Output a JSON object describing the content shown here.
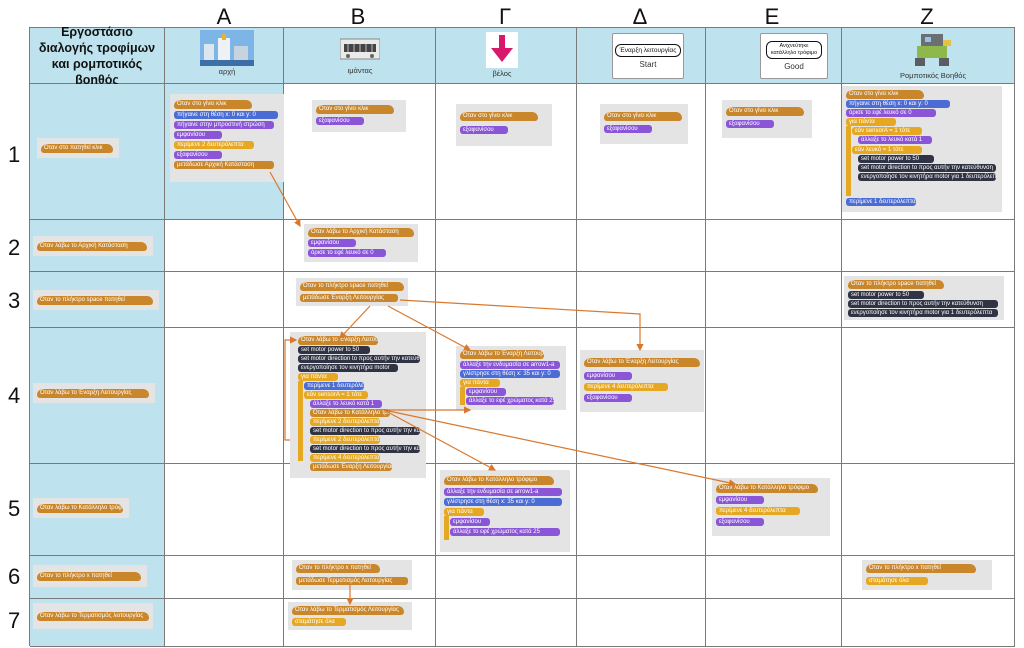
{
  "columns": [
    "Α",
    "Β",
    "Γ",
    "Δ",
    "Ε",
    "Ζ"
  ],
  "rows": [
    "1",
    "2",
    "3",
    "4",
    "5",
    "6",
    "7"
  ],
  "title": "Εργοστάσιο διαλογής τροφίμων και ρομποτικός βοηθός",
  "sprites": {
    "a": "αρχή",
    "b": "ιμάντας",
    "c": "βέλος",
    "d_top": "Έναρξη λειτουργίας",
    "d_bottom": "Start",
    "e_top": "Ανιχνεύτηκε κατάλληλο τρόφιμο",
    "e_bottom": "Good",
    "f": "Ρομποτικός Βοηθός"
  },
  "row_events": {
    "r1": "Όταν στο πατηθεί κλικ",
    "r2": "Όταν λάβω το Αρχική Κατάσταση",
    "r3": "Όταν το πλήκτρο space πατηθεί",
    "r4": "Όταν λάβω το Έναρξη Λειτουργίας",
    "r5": "Όταν λάβω το Κατάλληλο τρόφιμο",
    "r6": "Όταν το πλήκτρο x πατηθεί",
    "r7": "Όταν λάβω το Τερματισμός λειτουργίας"
  },
  "blocks": {
    "green_flag": "Όταν στο γίνει κλικ",
    "goto_xy": "πήγαινε στη θέση x: 0 και y: 0",
    "goto_front": "πήγαινε στην μπροστινή στρώση",
    "show": "εμφανίσου",
    "hide": "εξαφανίσου",
    "wait2": "περίμενε 2 δευτερόλεπτα",
    "wait4": "περίμενε 4 δευτερόλεπτα",
    "broadcast_initial": "μετάδωσε Αρχική Κατάσταση",
    "broadcast_start": "μετάδωσε Έναρξη Λειτουργίας",
    "broadcast_stop": "μετάδωσε Τερματισμός Λειτουργίας",
    "set_effect": "όρισε το εφέ λευκό σε 0",
    "key_space": "Όταν το πλήκτρο space πατηθεί",
    "key_x": "Όταν το πλήκτρο x πατηθεί",
    "recv_initial": "Όταν λάβω το Αρχική Κατάσταση",
    "recv_start": "Όταν λάβω το Έναρξη Λειτουργίας",
    "recv_good": "Όταν λάβω το Κατάλληλο τρόφιμο",
    "recv_stop": "Όταν λάβω το Τερματισμός Λειτουργίας",
    "stop_all": "σταμάτησε όλα",
    "motor_power": "set motor power to 50",
    "motor_dir": "set motor direction to προς αυτήν την κατεύθυνση",
    "motor_on": "ενεργοποίησε τον κινητήρα motor για 1 δευτερόλεπτα",
    "motor_on_short": "ενεργοποίησε τον κινητήρα motor",
    "wait1": "περίμενε 1 δευτερόλεπτα",
    "forever": "για πάντα",
    "if_sensor": "εάν sensorA = 1 τότε",
    "change_costume": "άλλαξε την ενδυμασία σε arrow1-a",
    "glide": "γλίστρησε στη θέση x: 35 και y: 0",
    "change_effect": "άλλαξε το εφέ χρώματος κατά 25",
    "if_white": "εάν λευκό = 1 τότε",
    "change_white": "άλλαξε το λευκό κατά 1"
  }
}
